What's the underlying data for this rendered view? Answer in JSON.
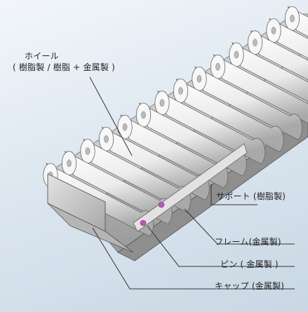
{
  "labels": {
    "wheel_title": "ホイール",
    "wheel_material": "( 樹脂製 / 樹脂 + 金属製 )",
    "support": "サポート (樹脂製)",
    "frame": "フレーム(金属製)",
    "pin": "ピン ( 金属製 )",
    "cap": "キャップ (金属製)"
  },
  "colors": {
    "background": "#dfe8f0",
    "roller": "#f4f4f4",
    "frame": "#bdbdbd",
    "accent_pin": "#c44fc4"
  }
}
